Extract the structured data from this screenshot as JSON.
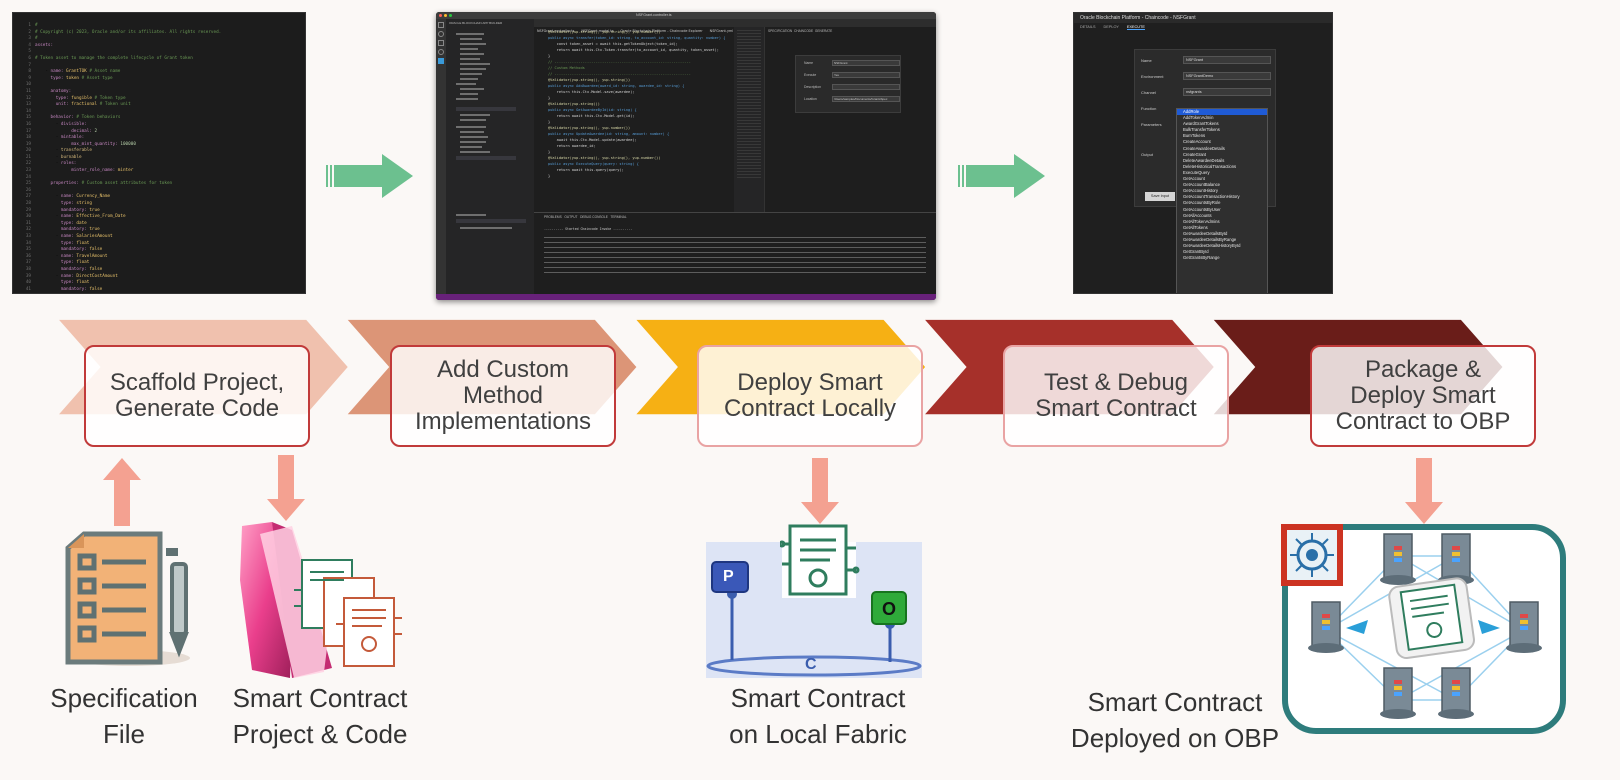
{
  "screenshots": {
    "yaml_editor": {
      "line_numbers": [
        "1",
        "2",
        "3",
        "4",
        "5",
        "6",
        "7",
        "8",
        "9",
        "10",
        "11",
        "12",
        "13",
        "14",
        "15",
        "16",
        "17",
        "18",
        "19",
        "20",
        "21",
        "22",
        "23",
        "24",
        "25",
        "26",
        "27",
        "28",
        "29",
        "30",
        "31",
        "32",
        "33",
        "34",
        "35",
        "36",
        "37",
        "38",
        "39",
        "40",
        "41"
      ],
      "lines": [
        "#",
        "# Copyright (c) 2023, Oracle and/or its affiliates. All rights reserved.",
        "#",
        "assets:",
        "",
        "# Token asset to manage the complete lifecycle of Grant token",
        "",
        "    - name: GrantTOK # Asset name",
        "      type: token # Asset type",
        "",
        "      anatomy:",
        "        type: fungible # Token type",
        "        unit: fractional # Token unit",
        "",
        "      behavior: # Token behaviors",
        "        - divisible:",
        "              decimal: 2",
        "        - mintable:",
        "              max_mint_quantity: 100000",
        "        - transferable",
        "        - burnable",
        "        - roles:",
        "              minter_role_name: minter",
        "",
        "      properties: # Custom asset attributes for token",
        "",
        "        - name: Currency_Name",
        "          type: string",
        "          mandatory: true",
        "        - name: Effective_From_Date",
        "          type: date",
        "          mandatory: true",
        "        - name: SalariesAmount",
        "          type: float",
        "          mandatory: false",
        "        - name: TravelAmount",
        "          type: float",
        "          mandatory: false",
        "        - name: DirectCostAmount",
        "          type: float",
        "          mandatory: false"
      ]
    },
    "vscode": {
      "title": "NSFGrant.controller.ts",
      "tabs": [
        "NSFGrant.controller.ts",
        "NSFGrant.model.ts",
        "Oracle Blockchain Platform - Chaincode Explorer",
        "NSFGrant.yml",
        "Oracle Blockchain Platform - Specification"
      ],
      "sidebar_title": "ORACLE BLOCKCHAIN APP BUILDER",
      "code": [
        "@Validator(yup.string(), yup.string(), yup.number())",
        "public async transfer(token_id: string, to_account_id: string, quantity: number) {",
        "    const token_asset = await this.getTokenObject(token_id);",
        "    return await this.Ctx.Token.transfer(to_account_id, quantity, token_asset);",
        "}",
        "",
        "// ---------------------------------------------------------------",
        "// Custom Methods",
        "// ---------------------------------------------------------------",
        "",
        "@Validator(yup.string(), yup.string())",
        "public async AddAwardee(award_id: string, awardee_id: string) {",
        "    return this.Ctx.Model.save(awardee);",
        "}",
        "",
        "@Validator(yup.string())",
        "public async GetAwardeeById(id: string) {",
        "    return await this.Ctx.Model.get(id);",
        "}",
        "",
        "@Validator(yup.string(), yup.number())",
        "public async UpdateAwardee(id: string, amount: number) {",
        "    await this.Ctx.Model.update(awardee);",
        "    return awardee_id;",
        "}",
        "",
        "@Validator(yup.string(), yup.string(), yup.number())",
        "public async ExecuteQuery(query: string) {",
        "    return await this.query(query);",
        "}"
      ],
      "form": {
        "name_label": "Name",
        "name_value": "NSFGrant",
        "env_label": "Execute",
        "env_value": "Yes",
        "desc_label": "Description",
        "loc_label": "Location",
        "loc_value": "/Users/samples/Documents/GrantsSpec"
      },
      "terminal_heading": "---------- Started Chaincode Invoke ----------"
    },
    "obp": {
      "header": "Oracle Blockchain Platform - Chaincode - NSFGrant",
      "tabs": [
        "DETAILS",
        "DEPLOY",
        "EXECUTE"
      ],
      "fields": [
        {
          "label": "Name",
          "value": "NSFGrant"
        },
        {
          "label": "Environment",
          "value": "NSFGrantDemo"
        },
        {
          "label": "Channel",
          "value": "nsfgrants"
        },
        {
          "label": "Function",
          "value": "AddRole"
        },
        {
          "label": "Parameters",
          "value": ""
        },
        {
          "label": "Output",
          "value": ""
        }
      ],
      "save_button": "Save Input",
      "functions": [
        "AddRole",
        "AddTokenAdmin",
        "AwardGrantTokens",
        "BulkTransferTokens",
        "BurnTokens",
        "CreateAccount",
        "CreateAwardeeDetails",
        "CreateGrant",
        "DeleteAwardeeDetails",
        "DeleteHistoricalTransactions",
        "ExecuteQuery",
        "GetAccount",
        "GetAccountBalance",
        "GetAccountHistory",
        "GetAccountTransactionHistory",
        "GetAccountsByRole",
        "GetAccountsByUser",
        "GetAllAccounts",
        "GetAllTokenAdmins",
        "GetAllTokens",
        "GetAwardeeDetailsById",
        "GetAwardeeDetailsByRange",
        "GetAwardeeDetailsHistoryById",
        "GetGrantById",
        "GetGrantsByRange"
      ]
    }
  },
  "steps": [
    {
      "label": "Scaffold Project,\nGenerate Code",
      "color": "#f0c1ae"
    },
    {
      "label": "Add Custom\nMethod\nImplementations",
      "color": "#dc9577"
    },
    {
      "label": "Deploy Smart\nContract Locally",
      "color": "#f6b014"
    },
    {
      "label": "Test & Debug\nSmart Contract",
      "color": "#a6302a"
    },
    {
      "label": "Package &\nDeploy Smart\nContract to OBP",
      "color": "#6a1d19"
    }
  ],
  "fabric": {
    "peer_label": "P",
    "orderer_label": "O",
    "channel_label": "C"
  },
  "captions": {
    "spec": "Specification\nFile",
    "project": "Smart Contract\nProject & Code",
    "local": "Smart Contract\non Local Fabric",
    "obp": "Smart Contract\nDeployed on OBP"
  },
  "colors": {
    "flow_arrow": "#6cc08f",
    "down_arrow": "#f4a191",
    "step_border": "#c13a3a",
    "obp_frame": "#2e7c7c",
    "obp_badge": "#cc3322"
  }
}
